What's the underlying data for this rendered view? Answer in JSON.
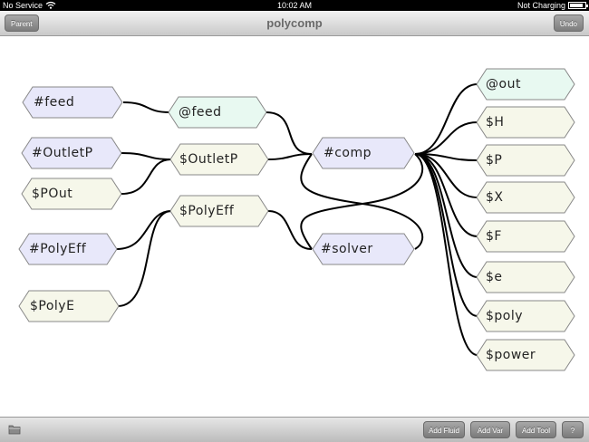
{
  "status_bar": {
    "carrier": "No Service",
    "time": "10:02 AM",
    "battery": "Not Charging"
  },
  "nav": {
    "title": "polycomp",
    "left_button": "Parent",
    "right_button": "Undo"
  },
  "nodes": {
    "hash_feed": "#feed",
    "at_feed": "@feed",
    "hash_outletp": "#OutletP",
    "dollar_outletp": "$OutletP",
    "dollar_pout": "$POut",
    "dollar_polyeff": "$PolyEff",
    "hash_polyeff": "#PolyEff",
    "dollar_polye": "$PolyE",
    "hash_comp": "#comp",
    "hash_solver": "#solver",
    "at_out": "@out",
    "dollar_h": "$H",
    "dollar_p": "$P",
    "dollar_x": "$X",
    "dollar_f": "$F",
    "dollar_e": "$e",
    "dollar_poly": "$poly",
    "dollar_power": "$power"
  },
  "colors": {
    "hash_node": "#e8e8fa",
    "at_node": "#e8f9f1",
    "dollar_node": "#f6f7ea",
    "edge": "#000000"
  },
  "toolbar": {
    "add_fluid": "Add Fluid",
    "add_var": "Add Var",
    "add_tool": "Add Tool",
    "help": "?"
  }
}
